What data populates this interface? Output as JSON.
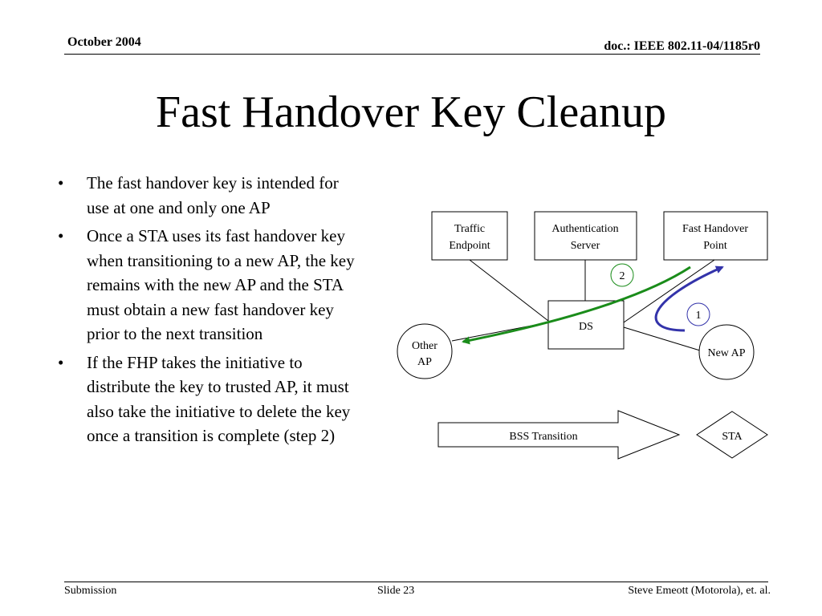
{
  "header": {
    "date": "October 2004",
    "doc_id": "doc.: IEEE 802.11-04/1185r0"
  },
  "title": "Fast Handover Key Cleanup",
  "bullets": [
    "The fast handover key is intended for use at one and only one AP",
    "Once a STA uses its fast handover key when transitioning to a new AP, the key remains with the new AP and the STA must obtain a new fast handover key prior to the next transition",
    "If the FHP takes the initiative to distribute the key to trusted AP, it must also take the initiative to delete the key once a transition is complete (step 2)"
  ],
  "diagram": {
    "traffic_endpoint": [
      "Traffic",
      "Endpoint"
    ],
    "auth_server": [
      "Authentication",
      "Server"
    ],
    "fhp": [
      "Fast Handover",
      "Point"
    ],
    "ds": "DS",
    "other_ap": [
      "Other",
      "AP"
    ],
    "new_ap": "New AP",
    "step1": "1",
    "step2": "2",
    "bss_transition": "BSS Transition",
    "sta": "STA",
    "colors": {
      "step1_arrow": "#3333aa",
      "step2_arrow": "#1a8c1a"
    }
  },
  "footer": {
    "left": "Submission",
    "center": "Slide 23",
    "right": "Steve Emeott (Motorola), et. al."
  }
}
